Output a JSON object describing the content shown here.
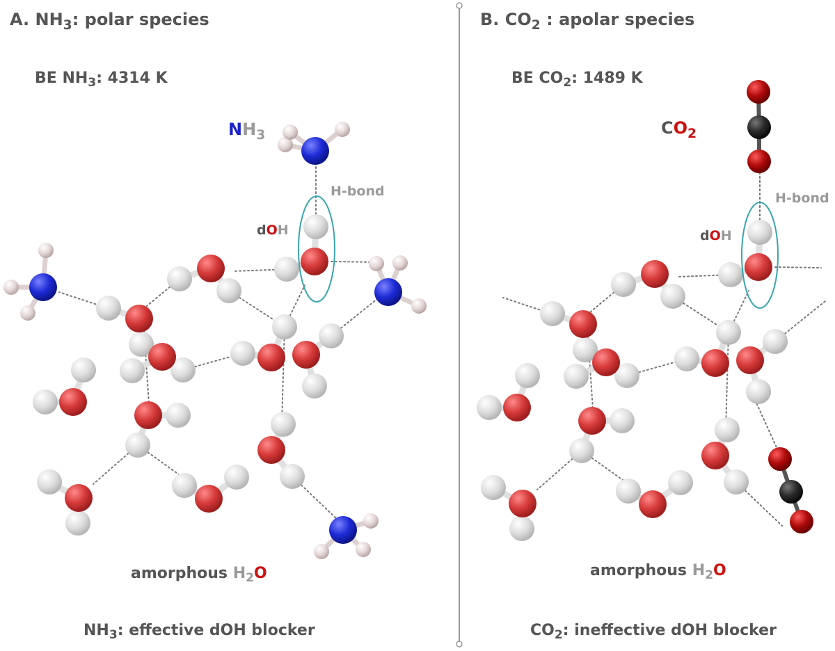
{
  "panelA": {
    "title_prefix": "A.  NH",
    "title_sub": "3",
    "title_suffix": ": polar species",
    "be_prefix": "BE NH",
    "be_sub": "3",
    "be_suffix": ": 4314 K",
    "mol_n": "N",
    "mol_h": "H",
    "mol_sub": "3",
    "hbond": "H-bond",
    "doh_d": "d",
    "doh_o": "O",
    "doh_h": "H",
    "amorph_prefix": "amorphous ",
    "amorph_h": "H",
    "amorph_sub": "2",
    "amorph_o": "O",
    "footer_prefix": "NH",
    "footer_sub": "3",
    "footer_suffix": ": effective dOH blocker"
  },
  "panelB": {
    "title_prefix": "B.  CO",
    "title_sub": "2",
    "title_suffix": " : apolar species",
    "be_prefix": "BE CO",
    "be_sub": "2",
    "be_suffix": ": 1489 K",
    "mol_c": "C",
    "mol_o": "O",
    "mol_sub": "2",
    "hbond": "H-bond",
    "doh_d": "d",
    "doh_o": "O",
    "doh_h": "H",
    "amorph_prefix": "amorphous ",
    "amorph_h": "H",
    "amorph_sub": "2",
    "amorph_o": "O",
    "footer_prefix": "CO",
    "footer_sub": "2",
    "footer_suffix": ": ineffective dOH blocker"
  },
  "colors": {
    "oxygen": "#d63a3a",
    "hydrogen": "#dedede",
    "nitrogen": "#1e2bd6",
    "nh_hydrogen": "#e6d8d8",
    "carbon": "#2a2a2a",
    "co2_oxygen": "#b00b0b",
    "highlight": "#3aa6b0"
  }
}
